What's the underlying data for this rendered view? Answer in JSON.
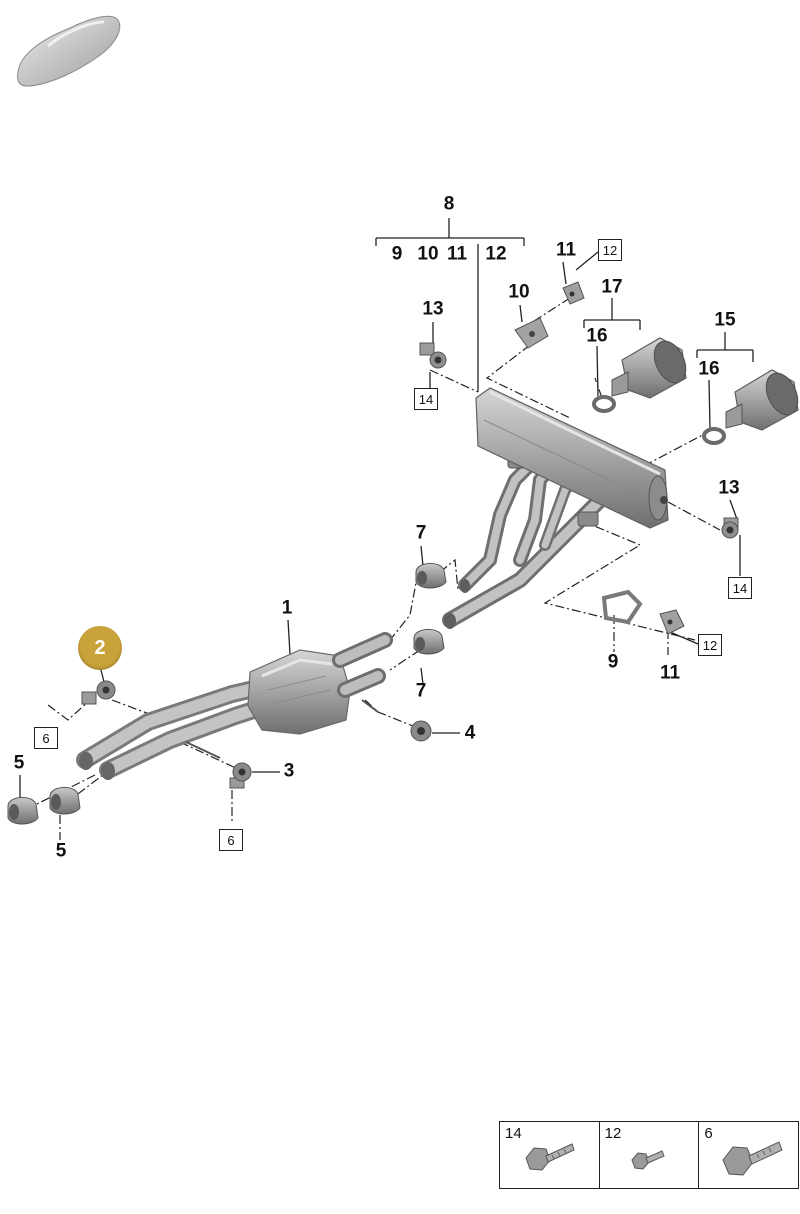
{
  "callouts": [
    {
      "id": "lbl-8",
      "text": "8"
    },
    {
      "id": "lbl-9-top",
      "text": "9"
    },
    {
      "id": "lbl-10-top",
      "text": "10"
    },
    {
      "id": "lbl-11-top",
      "text": "11"
    },
    {
      "id": "lbl-12-top",
      "text": "12"
    },
    {
      "id": "lbl-11-bracket",
      "text": "11"
    },
    {
      "id": "lbl-10",
      "text": "10"
    },
    {
      "id": "lbl-17",
      "text": "17"
    },
    {
      "id": "lbl-16-a",
      "text": "16"
    },
    {
      "id": "lbl-15",
      "text": "15"
    },
    {
      "id": "lbl-16-b",
      "text": "16"
    },
    {
      "id": "lbl-13-a",
      "text": "13"
    },
    {
      "id": "lbl-13-b",
      "text": "13"
    },
    {
      "id": "lbl-7-a",
      "text": "7"
    },
    {
      "id": "lbl-7-b",
      "text": "7"
    },
    {
      "id": "lbl-1",
      "text": "1"
    },
    {
      "id": "lbl-4",
      "text": "4"
    },
    {
      "id": "lbl-3",
      "text": "3"
    },
    {
      "id": "lbl-5-a",
      "text": "5"
    },
    {
      "id": "lbl-5-b",
      "text": "5"
    },
    {
      "id": "lbl-9",
      "text": "9"
    },
    {
      "id": "lbl-11",
      "text": "11"
    }
  ],
  "boxes": [
    {
      "id": "box-12-a",
      "text": "12"
    },
    {
      "id": "box-14-a",
      "text": "14"
    },
    {
      "id": "box-14-b",
      "text": "14"
    },
    {
      "id": "box-12-b",
      "text": "12"
    },
    {
      "id": "box-6-a",
      "text": "6"
    },
    {
      "id": "box-6-b",
      "text": "6"
    }
  ],
  "highlight": {
    "text": "2",
    "color": "#c9a23a"
  },
  "legend": [
    {
      "number": "14",
      "icon": "flange-bolt-long-icon"
    },
    {
      "number": "12",
      "icon": "flange-bolt-short-icon"
    },
    {
      "number": "6",
      "icon": "flange-bolt-large-icon"
    }
  ],
  "colors": {
    "part_fill": "#a9a9a9",
    "part_dark": "#7b7b7b",
    "line": "#222222"
  }
}
